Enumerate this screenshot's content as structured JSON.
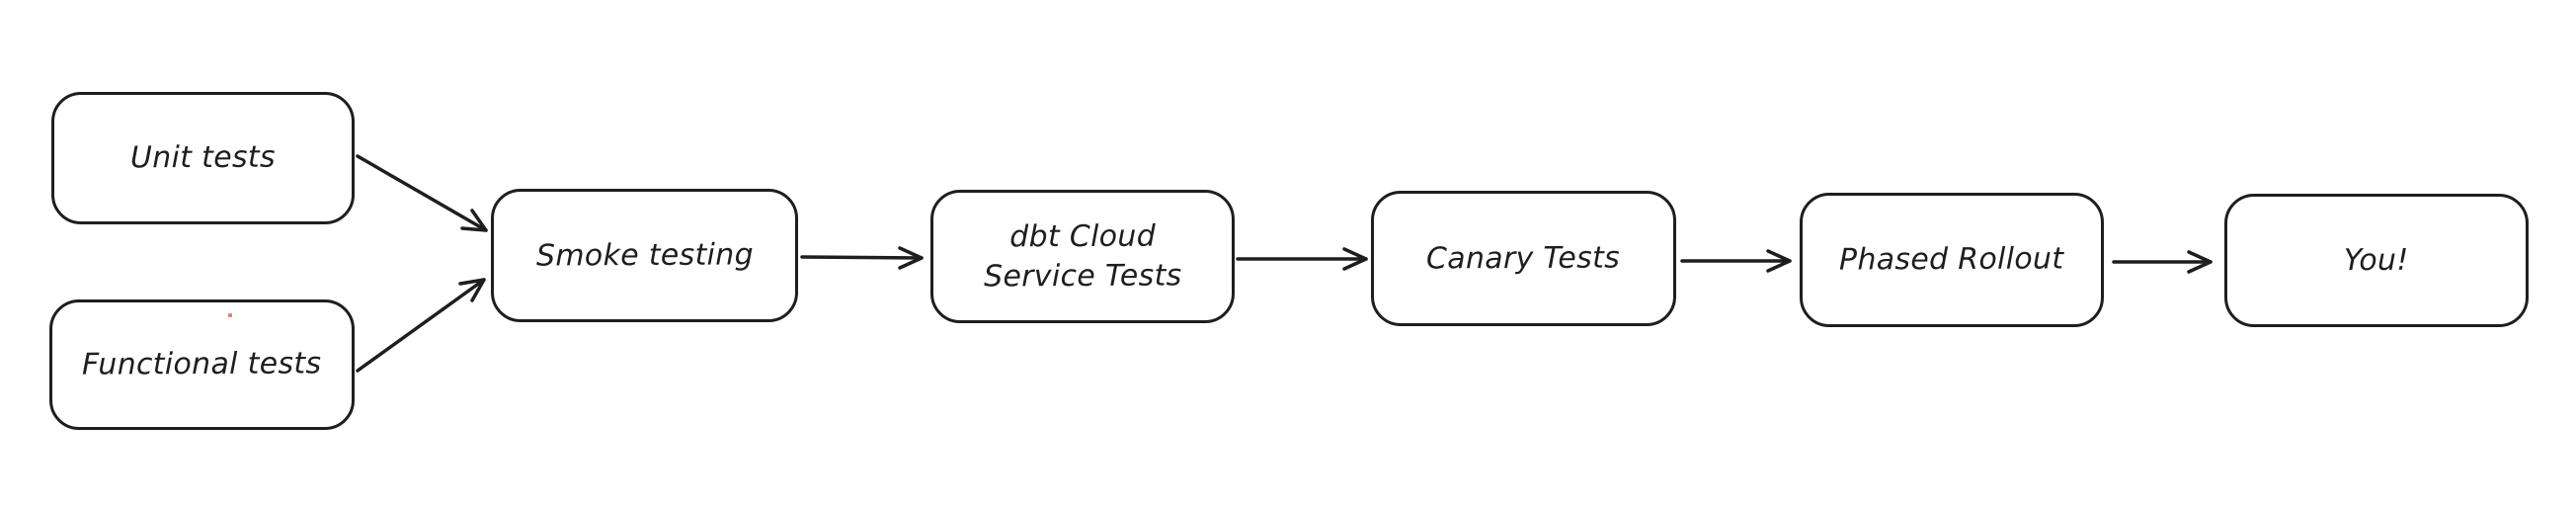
{
  "diagram": {
    "type": "flowchart",
    "style": "hand-drawn",
    "background_color": "#ffffff",
    "stroke_color": "#1e1e1e",
    "node_fill_color": "#ffffff",
    "artifact_dot_color": "#e08080",
    "nodes": [
      {
        "id": "unit-tests",
        "label": "Unit tests"
      },
      {
        "id": "functional-tests",
        "label": "Functional tests"
      },
      {
        "id": "smoke-testing",
        "label": "Smoke testing"
      },
      {
        "id": "dbt-cloud-service-tests",
        "label": "dbt Cloud\nService Tests"
      },
      {
        "id": "canary-tests",
        "label": "Canary Tests"
      },
      {
        "id": "phased-rollout",
        "label": "Phased Rollout"
      },
      {
        "id": "you",
        "label": "You!"
      }
    ],
    "edges": [
      {
        "from": "unit-tests",
        "to": "smoke-testing"
      },
      {
        "from": "functional-tests",
        "to": "smoke-testing"
      },
      {
        "from": "smoke-testing",
        "to": "dbt-cloud-service-tests"
      },
      {
        "from": "dbt-cloud-service-tests",
        "to": "canary-tests"
      },
      {
        "from": "canary-tests",
        "to": "phased-rollout"
      },
      {
        "from": "phased-rollout",
        "to": "you"
      }
    ]
  }
}
